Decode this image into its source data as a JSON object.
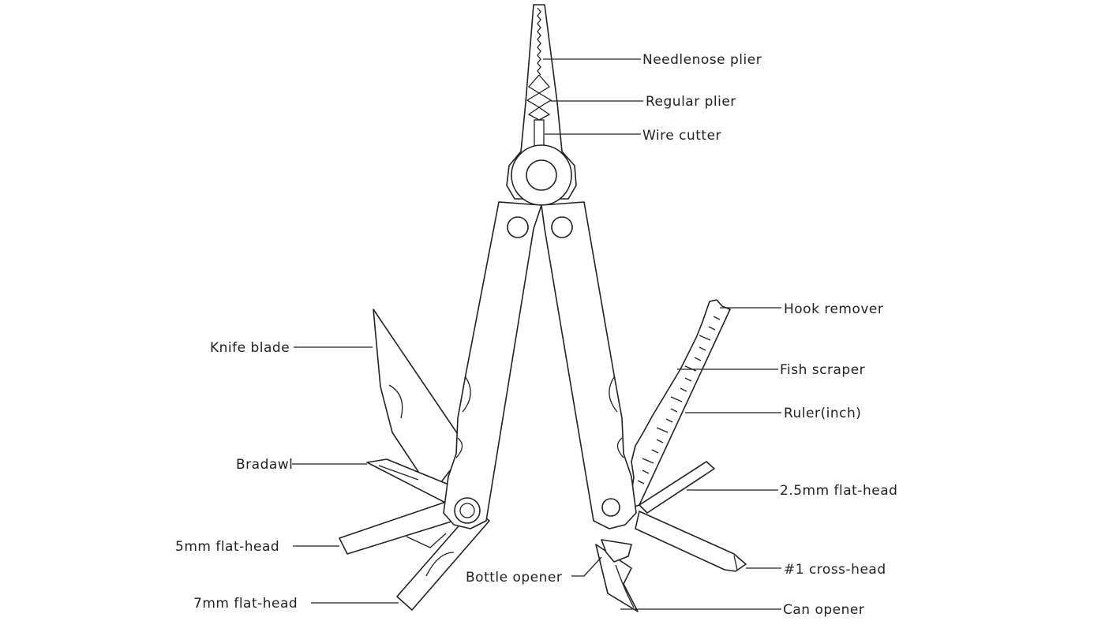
{
  "labels": {
    "needlenose_plier": "Needlenose plier",
    "regular_plier": "Regular plier",
    "wire_cutter": "Wire cutter",
    "hook_remover": "Hook remover",
    "fish_scraper": "Fish scraper",
    "ruler_inch": "Ruler(inch)",
    "flat_head_2_5mm": "2.5mm flat-head",
    "cross_head_1": "#1 cross-head",
    "can_opener": "Can opener",
    "bottle_opener": "Bottle opener",
    "knife_blade": "Knife blade",
    "bradawl": "Bradawl",
    "flat_head_5mm": "5mm flat-head",
    "flat_head_7mm": "7mm flat-head"
  },
  "colors": {
    "line": "#222222",
    "background": "#ffffff"
  }
}
